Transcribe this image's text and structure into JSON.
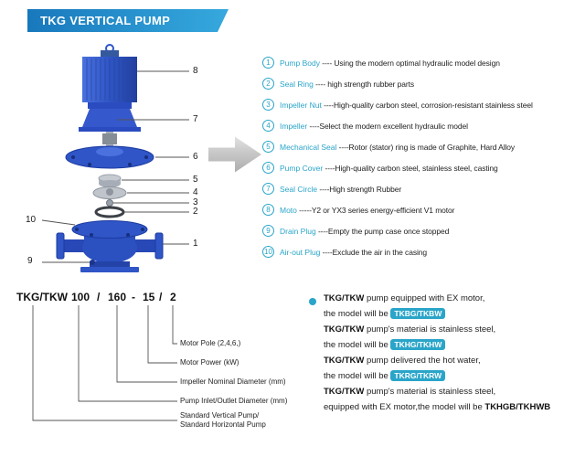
{
  "header": {
    "title": "TKG VERTICAL PUMP"
  },
  "colors": {
    "banner_gradient_start": "#1878bc",
    "banner_gradient_end": "#36a9de",
    "accent_teal": "#2aa5c9",
    "pump_blue": "#2f55c6",
    "text_dark": "#222222"
  },
  "diagram": {
    "callouts": [
      "8",
      "7",
      "6",
      "5",
      "4",
      "3",
      "2",
      "10",
      "1",
      "9"
    ]
  },
  "parts_list": [
    {
      "num": "1",
      "name": "Pump Body",
      "desc": " ---- Using the modern optimal hydraulic model design"
    },
    {
      "num": "2",
      "name": "Seal Ring",
      "desc": " ---- high strength rubber parts"
    },
    {
      "num": "3",
      "name": "Impeller Nut",
      "desc": " ----High-quality carbon steel, corrosion-resistant stainless steel"
    },
    {
      "num": "4",
      "name": "Impeller",
      "desc": " ----Select the modern excellent hydraulic model"
    },
    {
      "num": "5",
      "name": "Mechanical Seal",
      "desc": " ----Rotor (stator) ring is made of Graphite, Hard Alloy"
    },
    {
      "num": "6",
      "name": "Pump Cover",
      "desc": " ----High-quality carbon steel, stainless steel, casting"
    },
    {
      "num": "7",
      "name": "Seal Circle",
      "desc": " ----High strength Rubber"
    },
    {
      "num": "8",
      "name": "Moto",
      "desc": " -----Y2 or YX3 series energy-efficient V1 motor"
    },
    {
      "num": "9",
      "name": "Drain Plug",
      "desc": " ----Empty the pump case once stopped"
    },
    {
      "num": "10",
      "name": "Air-out Plug",
      "desc": " ----Exclude the air in the casing"
    }
  ],
  "model_code": {
    "tokens": [
      "TKG/TKW",
      "100",
      "/",
      "160",
      "-",
      "15",
      "/",
      "2"
    ],
    "labels": [
      "Motor Pole (2,4,6,)",
      "Motor Power  (kW)",
      "Impeller Nominal Diameter (mm)",
      "Pump Inlet/Outlet Diameter (mm)",
      "Standard Vertical Pump/",
      "Standard  Horizontal Pump"
    ]
  },
  "notes": [
    {
      "bold": "TKG/TKW",
      "rest": " pump equipped with EX motor,",
      "line2_prefix": "the model will be ",
      "model": "TKBG/TKBW"
    },
    {
      "bold": "TKG/TKW",
      "rest": " pump's material is stainless steel,",
      "line2_prefix": "the model will be ",
      "model": "TKHG/TKHW"
    },
    {
      "bold": "TKG/TKW",
      "rest": " pump delivered the hot water,",
      "line2_prefix": "the model will be ",
      "model": "TKRG/TKRW"
    },
    {
      "bold": "TKG/TKW",
      "rest": " pump's material is stainless steel,",
      "line2_prefix": "equipped with EX motor,the model will be ",
      "model": "TKHGB/TKHWB"
    }
  ]
}
